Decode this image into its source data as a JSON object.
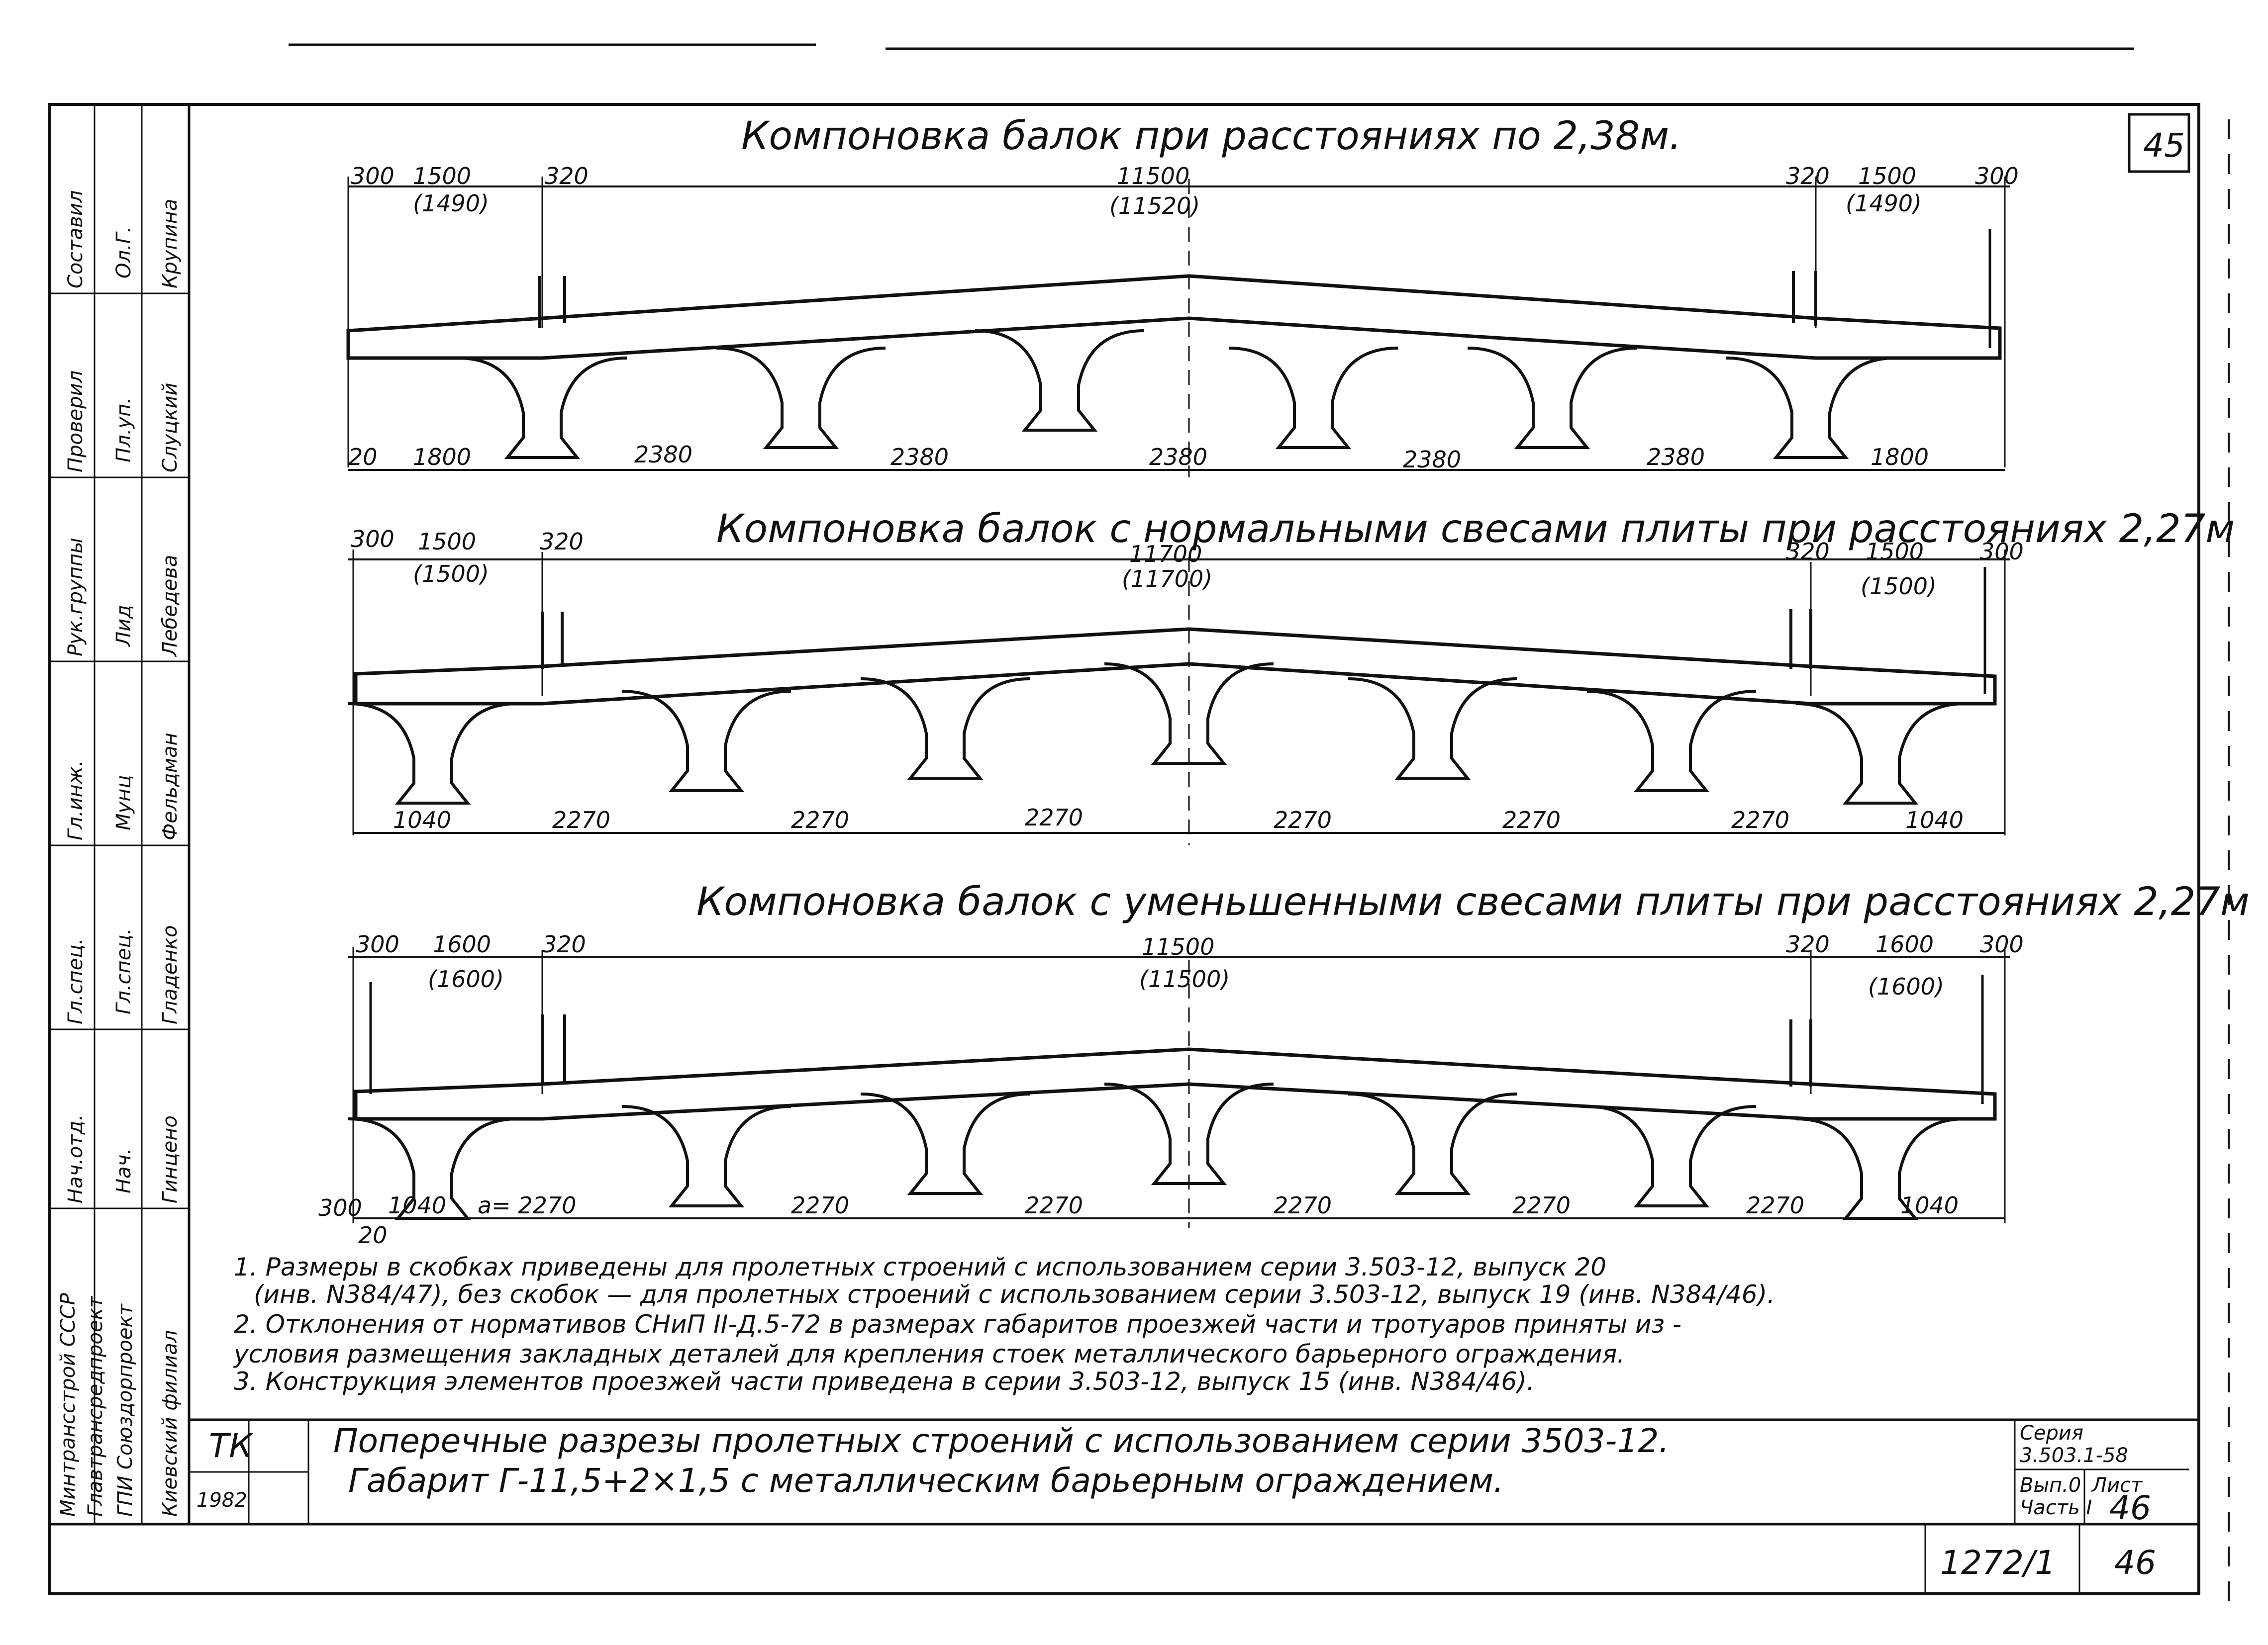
{
  "sheet_number": "45",
  "sections": [
    {
      "title": "Компоновка балок при расстояниях по 2,38м.",
      "top_dims": [
        "300",
        "1500",
        "(1490)",
        "320",
        "11500",
        "(11520)",
        "320",
        "1500",
        "(1490)",
        "300"
      ],
      "bottom_dims": [
        "20",
        "1800",
        "2380",
        "2380",
        "2380",
        "2380",
        "2380",
        "1800"
      ]
    },
    {
      "title": "Компоновка балок с нормальными свесами плиты при расстояниях 2,27м",
      "top_dims": [
        "300",
        "1500",
        "(1500)",
        "320",
        "11700",
        "(11700)",
        "320",
        "1500",
        "(1500)",
        "300"
      ],
      "bottom_dims": [
        "1040",
        "2270",
        "2270",
        "2270",
        "2270",
        "2270",
        "2270",
        "1040"
      ]
    },
    {
      "title": "Компоновка балок с уменьшенными свесами плиты при расстояниях 2,27м",
      "top_dims": [
        "300",
        "1600",
        "(1600)",
        "320",
        "11500",
        "(11500)",
        "320",
        "1600",
        "(1600)",
        "300"
      ],
      "bottom_dims": [
        "1040",
        "a= 2270",
        "2270",
        "2270",
        "2270",
        "2270",
        "2270",
        "1040"
      ],
      "side_dims": [
        "300",
        "20"
      ]
    }
  ],
  "notes": [
    "1. Размеры в скобках приведены для пролетных строений с использованием серии 3.503-12, выпуск 20",
    "(инв. N384/47), без скобок — для пролетных строений с использованием серии 3.503-12, выпуск 19 (инв. N384/46).",
    "2. Отклонения от нормативов СНиП II-Д.5-72 в размерах габаритов проезжей части и тротуаров приняты из -",
    "условия размещения закладных деталей для крепления стоек металлического барьерного ограждения.",
    "3. Конструкция элементов проезжей части приведена в серии 3.503-12, выпуск 15 (инв. N384/46)."
  ],
  "title_block": {
    "org": [
      "Минтрансстрой СССР",
      "Главтрансредпроект",
      "ГПИ Союздорпроект",
      "Киевский филиал"
    ],
    "code": "ТК",
    "year": "1982",
    "title_line1": "Поперечные разрезы пролетных строений с использованием серии 3503-12.",
    "title_line2": "Габарит Г-11,5+2×1,5 с металлическим барьерным ограждением.",
    "series_label": "Серия",
    "series_value": "3.503.1-58",
    "issue_label": "Вып.0",
    "part_label": "Часть I",
    "sheet_label": "Лист",
    "sheet_value": "46",
    "doc_number": "1272/1",
    "page_number": "46"
  },
  "signatures": [
    {
      "role": "Составил",
      "sign": "Ол.Г.",
      "name": "Крупина"
    },
    {
      "role": "Проверил",
      "sign": "Пл.уп.",
      "name": "Слуцкий"
    },
    {
      "role": "Рук.группы",
      "sign": "Лид",
      "name": "Лебедева"
    },
    {
      "role": "Гл.инж.",
      "sign": "Мунц",
      "name": "Фельдман"
    },
    {
      "role": "Гл.спец.",
      "sign": "Гл.спец.",
      "name": "Гладенко"
    },
    {
      "role": "Нач.отд.",
      "sign": "Нач.",
      "name": "Гинцено"
    }
  ]
}
